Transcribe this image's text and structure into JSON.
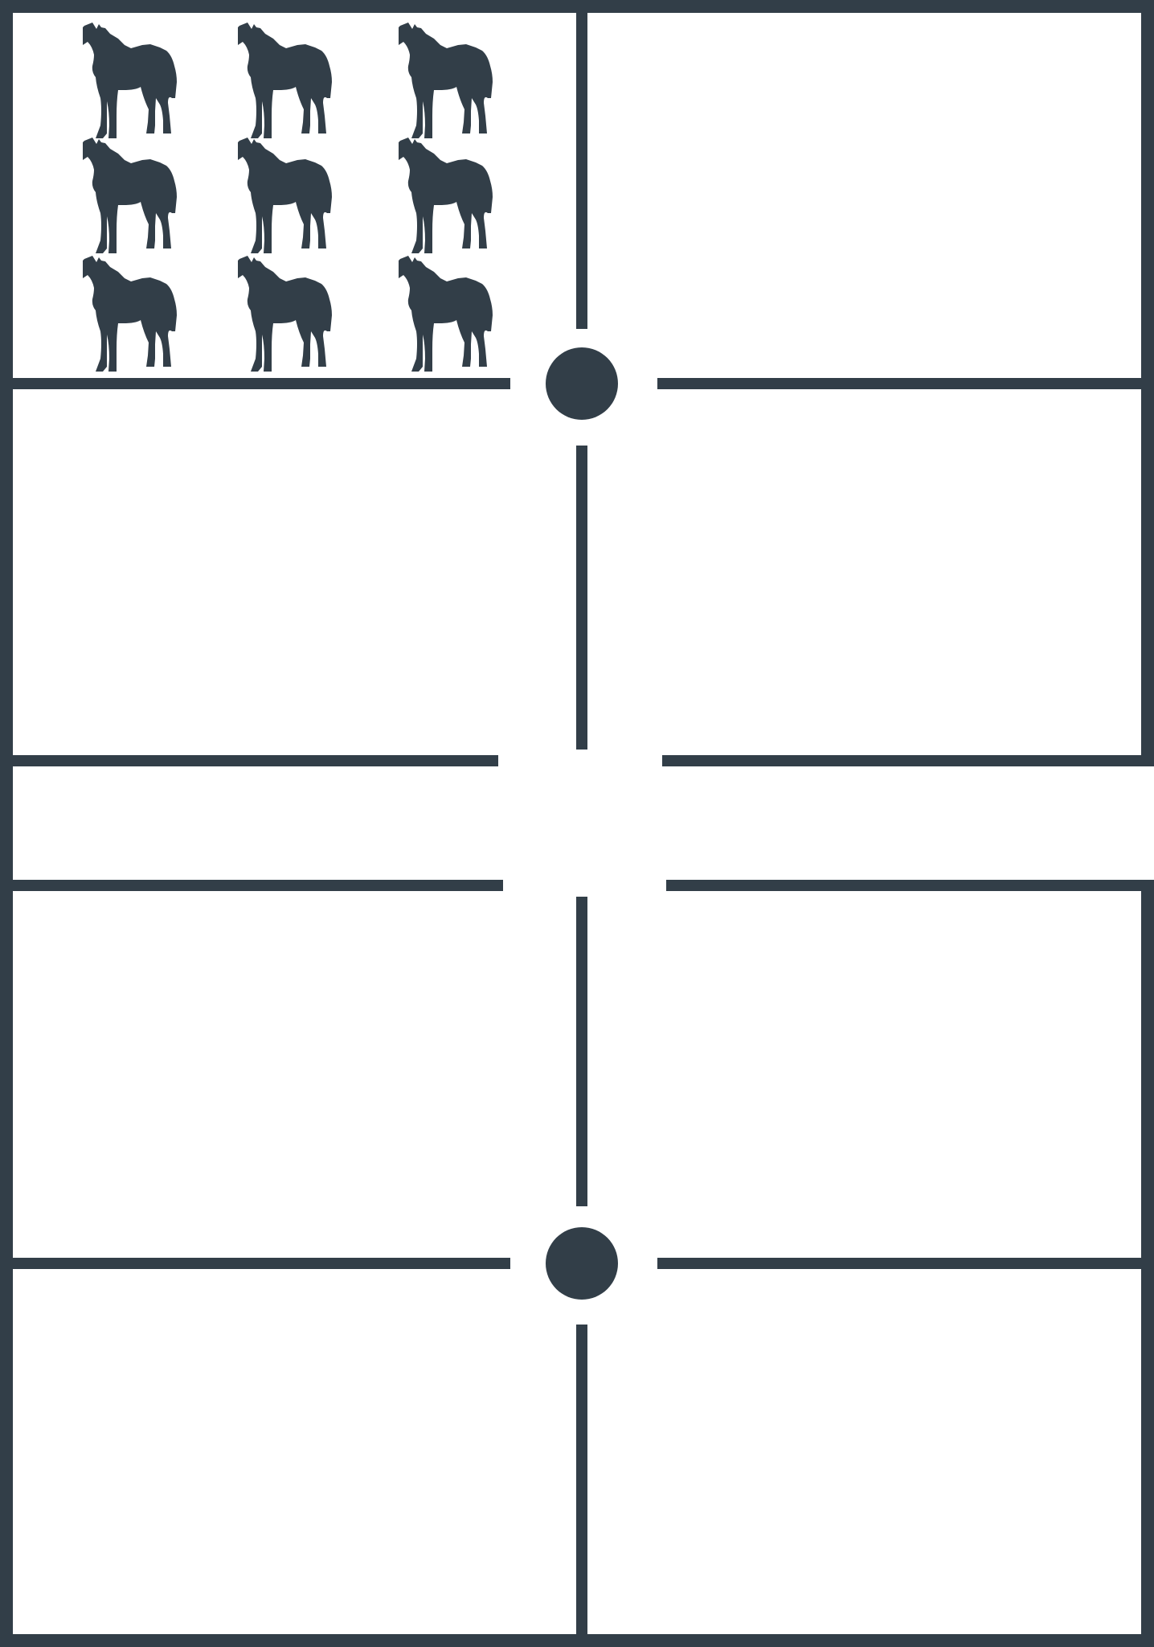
{
  "colors": {
    "ink": "#323e48",
    "background": "#ffffff"
  },
  "icons": {
    "horse": "horse-icon",
    "horse_count": 9,
    "grid_rows": 3,
    "grid_cols": 3
  },
  "markers": {
    "upper_junction": "filled-dot",
    "lower_junction": "filled-dot"
  }
}
